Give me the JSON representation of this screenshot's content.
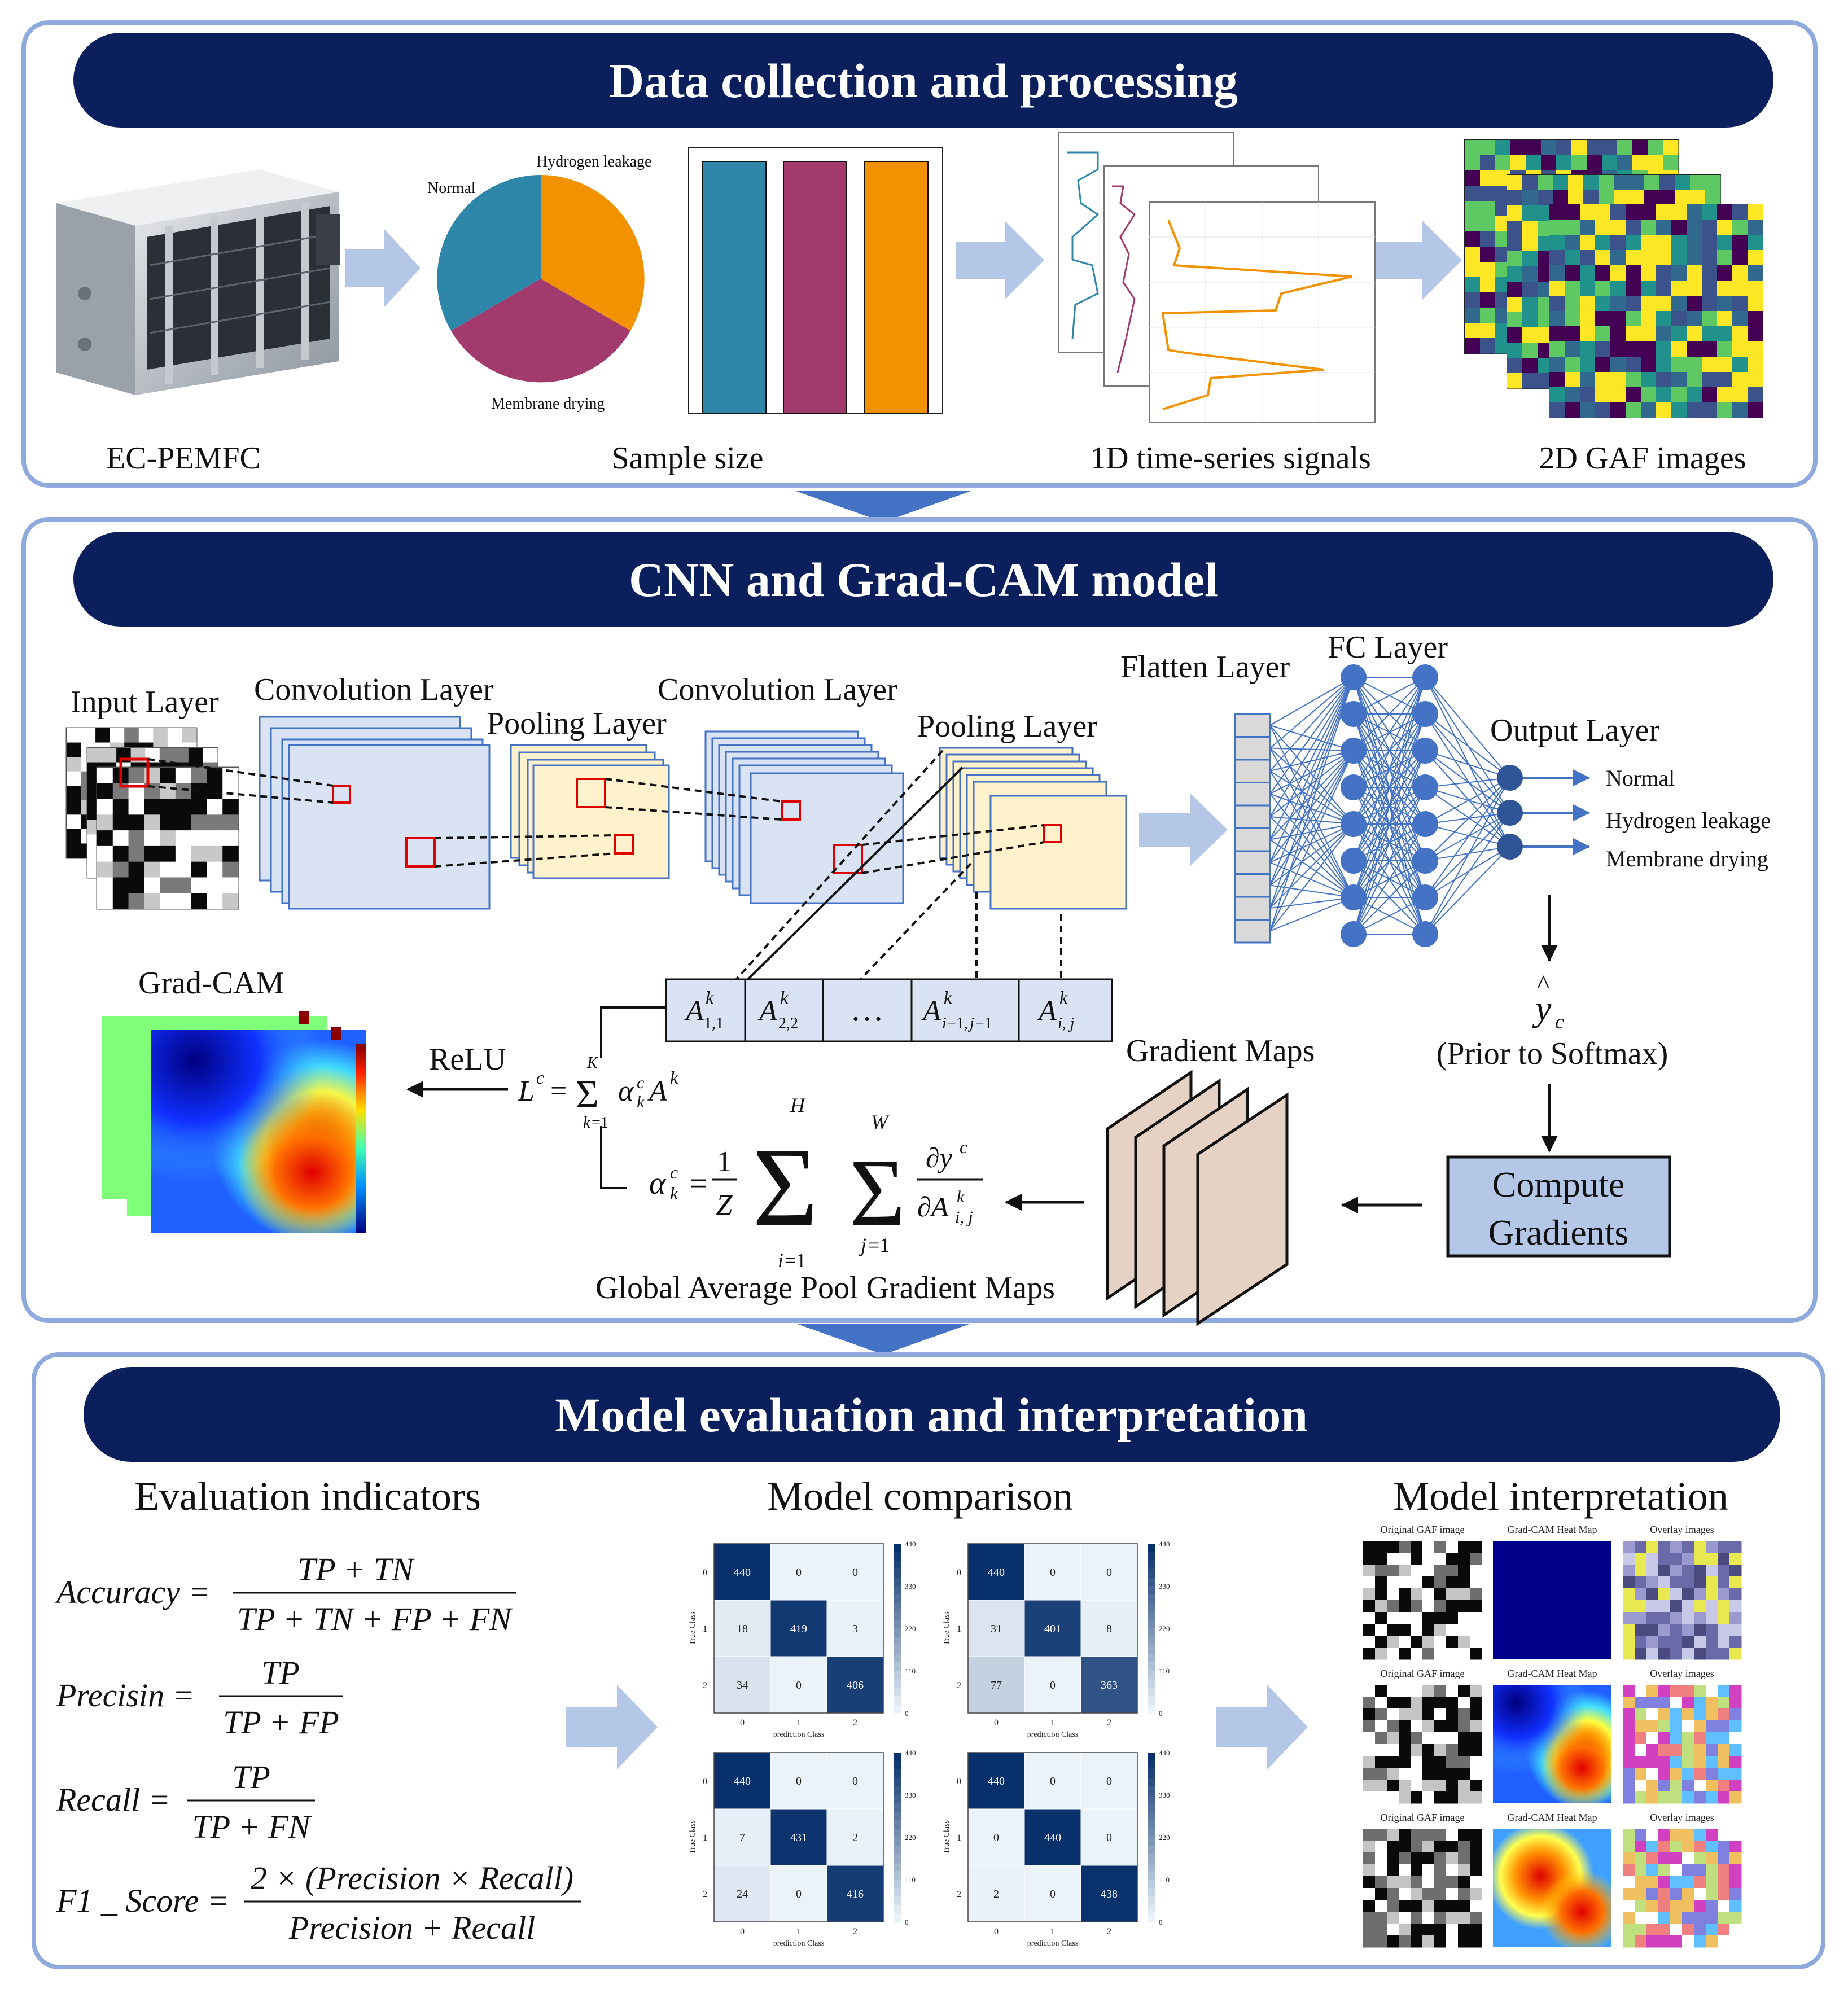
{
  "colors": {
    "panel_border": "#8fa9dc",
    "header_fill": "#0b1f5c",
    "arrow_light": "#b4c7e7",
    "arrow_dark": "#4472c4",
    "pie_normal": "#2e86a8",
    "pie_hydrogen": "#f39200",
    "pie_membrane": "#a23a6e",
    "layer_blue": "#dae3f3",
    "layer_yellow": "#fff2cc",
    "neuron": "#4472c4",
    "compute_fill": "#b4c7e7",
    "gradient_map": "#e6d2c4"
  },
  "sections": {
    "data": {
      "title": "Data collection and processing",
      "captions": [
        "EC-PEMFC",
        "Sample size",
        "1D time-series signals",
        "2D GAF images"
      ],
      "pie_labels": [
        "Normal",
        "Hydrogen leakage",
        "Membrane drying"
      ]
    },
    "cnn": {
      "title": "CNN and Grad-CAM model",
      "labels": {
        "input": "Input Layer",
        "conv1": "Convolution Layer",
        "pool1": "Pooling Layer",
        "conv2": "Convolution Layer",
        "pool2": "Pooling Layer",
        "flatten": "Flatten Layer",
        "fc": "FC Layer",
        "output": "Output Layer",
        "gradcam": "Grad-CAM",
        "relu": "ReLU",
        "gradient_maps": "Gradient Maps",
        "prior": "(Prior to Softmax)",
        "compute_line1": "Compute",
        "compute_line2": "Gradients",
        "gap": "Global Average Pool Gradient Maps",
        "ellipsis": "…"
      },
      "outputs": [
        "Normal",
        "Hydrogen leakage",
        "Membrane drying"
      ]
    },
    "eval": {
      "title": "Model evaluation and interpretation",
      "col_titles": [
        "Evaluation indicators",
        "Model comparison",
        "Model interpretation"
      ],
      "formulas": {
        "accuracy": {
          "lhs": "Accuracy =",
          "num": "TP + TN",
          "den": "TP + TN + FP + FN"
        },
        "precision": {
          "lhs": "Precisin =",
          "num": "TP",
          "den": "TP + FP"
        },
        "recall": {
          "lhs": "Recall =",
          "num": "TP",
          "den": "TP + FN"
        },
        "f1": {
          "lhs": "F1 _ Score =",
          "num": "2 × (Precision × Recall)",
          "den": "Precision + Recall"
        }
      },
      "confusion_axis": {
        "y": "True Class",
        "x": "prediction Class",
        "ticks": [
          "0",
          "1",
          "2"
        ],
        "colorbar": [
          "440",
          "330",
          "220",
          "110",
          "0"
        ]
      },
      "confusion_matrices": [
        [
          [
            440,
            0,
            0
          ],
          [
            18,
            419,
            3
          ],
          [
            34,
            0,
            406
          ]
        ],
        [
          [
            440,
            0,
            0
          ],
          [
            31,
            401,
            8
          ],
          [
            77,
            0,
            363
          ]
        ],
        [
          [
            440,
            0,
            0
          ],
          [
            7,
            431,
            2
          ],
          [
            24,
            0,
            416
          ]
        ],
        [
          [
            440,
            0,
            0
          ],
          [
            0,
            440,
            0
          ],
          [
            2,
            0,
            438
          ]
        ]
      ],
      "interp_headers": [
        "Original GAF image",
        "Grad-CAM Heat Map",
        "Overlay images"
      ]
    }
  }
}
